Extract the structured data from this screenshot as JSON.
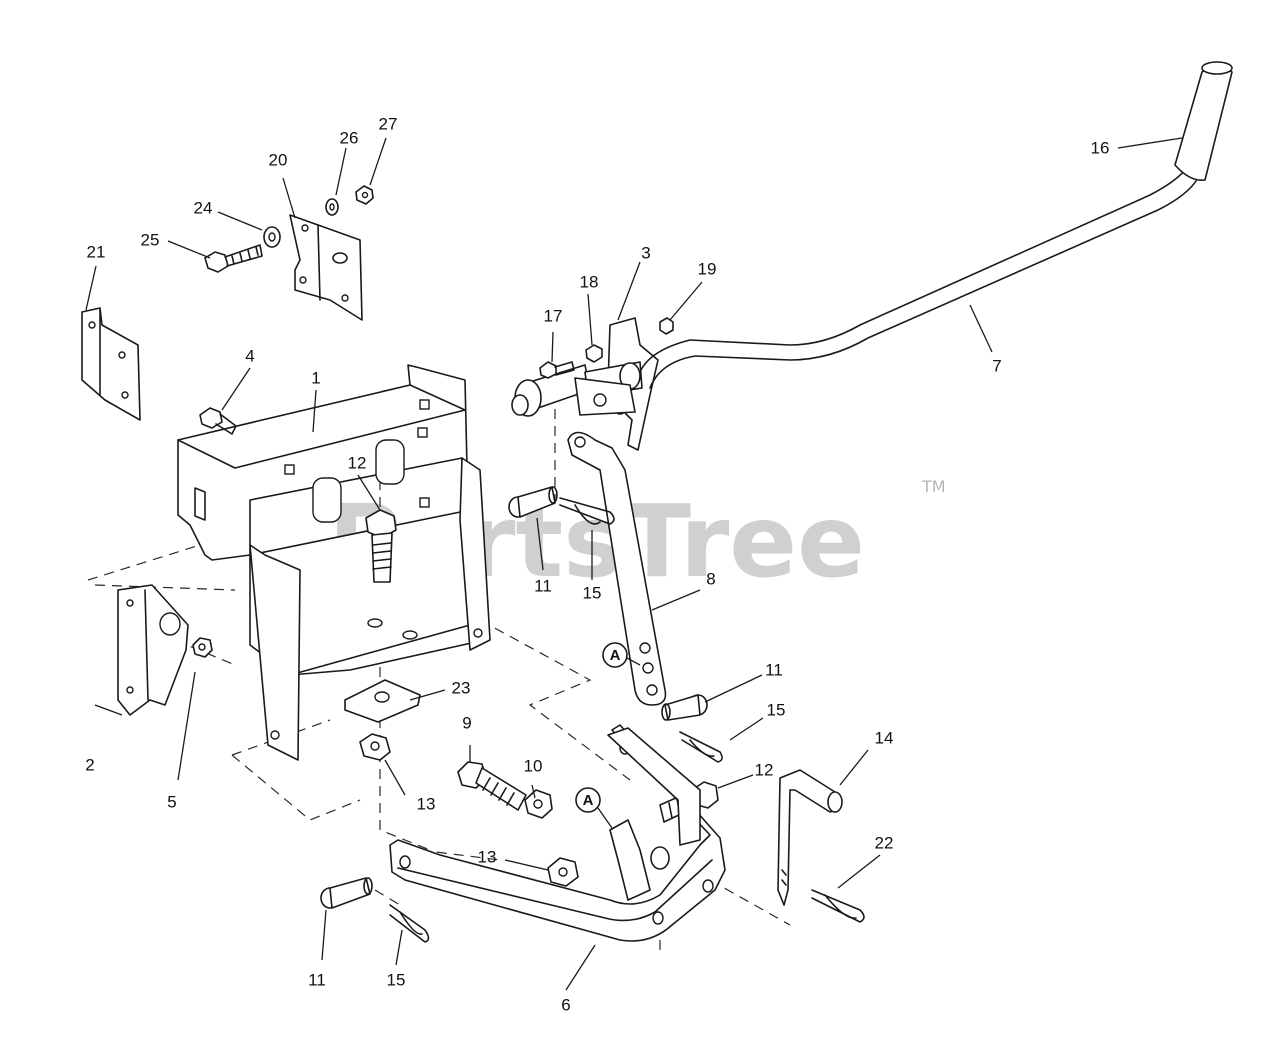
{
  "watermark": {
    "text": "PartsTree",
    "trademark": "TM"
  },
  "callouts": [
    {
      "id": "c1",
      "label": "1"
    },
    {
      "id": "c2",
      "label": "2"
    },
    {
      "id": "c3",
      "label": "3"
    },
    {
      "id": "c4",
      "label": "4"
    },
    {
      "id": "c5",
      "label": "5"
    },
    {
      "id": "c6",
      "label": "6"
    },
    {
      "id": "c7",
      "label": "7"
    },
    {
      "id": "c8",
      "label": "8"
    },
    {
      "id": "c9",
      "label": "9"
    },
    {
      "id": "c10",
      "label": "10"
    },
    {
      "id": "c11a",
      "label": "11"
    },
    {
      "id": "c11b",
      "label": "11"
    },
    {
      "id": "c11c",
      "label": "11"
    },
    {
      "id": "c12a",
      "label": "12"
    },
    {
      "id": "c12b",
      "label": "12"
    },
    {
      "id": "c13a",
      "label": "13"
    },
    {
      "id": "c13b",
      "label": "13"
    },
    {
      "id": "c14",
      "label": "14"
    },
    {
      "id": "c15a",
      "label": "15"
    },
    {
      "id": "c15b",
      "label": "15"
    },
    {
      "id": "c15c",
      "label": "15"
    },
    {
      "id": "c16",
      "label": "16"
    },
    {
      "id": "c17",
      "label": "17"
    },
    {
      "id": "c18",
      "label": "18"
    },
    {
      "id": "c19",
      "label": "19"
    },
    {
      "id": "c20",
      "label": "20"
    },
    {
      "id": "c21",
      "label": "21"
    },
    {
      "id": "c22",
      "label": "22"
    },
    {
      "id": "c23",
      "label": "23"
    },
    {
      "id": "c24",
      "label": "24"
    },
    {
      "id": "c25",
      "label": "25"
    },
    {
      "id": "c26",
      "label": "26"
    },
    {
      "id": "c27",
      "label": "27"
    }
  ],
  "reference_markers": [
    {
      "label": "A"
    },
    {
      "label": "A"
    }
  ]
}
